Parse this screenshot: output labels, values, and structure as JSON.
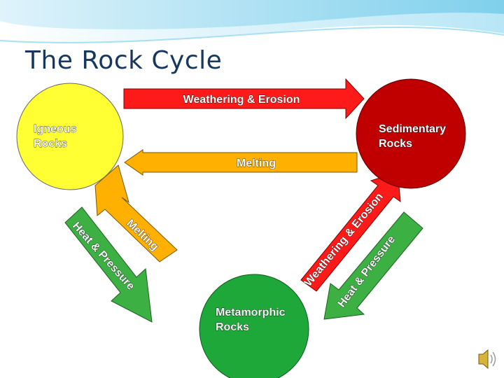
{
  "slide": {
    "title": "The Rock Cycle"
  },
  "nodes": {
    "igneous": {
      "line1": "Igneous",
      "line2": "Rocks",
      "color": "#ffff33"
    },
    "sedimentary": {
      "line1": "Sedimentary",
      "line2": "Rocks",
      "color": "#c00000"
    },
    "metamorphic": {
      "line1": "Metamorphic",
      "line2": "Rocks",
      "color": "#1fa83a"
    }
  },
  "arrows": {
    "weathering_top": {
      "label": "Weathering & Erosion",
      "color": "#ff1a1a"
    },
    "melting_middle": {
      "label": "Melting",
      "color": "#ffb000"
    },
    "melting_left": {
      "label": "Melting",
      "color": "#ffb000"
    },
    "heat_pressure_left": {
      "label": "Heat & Pressure",
      "color": "#3cb043"
    },
    "weathering_right": {
      "label": "Weathering & Erosion",
      "color": "#ff1a1a"
    },
    "heat_pressure_right": {
      "label": "Heat & Pressure",
      "color": "#3cb043"
    }
  },
  "icons": {
    "speaker": "speaker-icon"
  }
}
